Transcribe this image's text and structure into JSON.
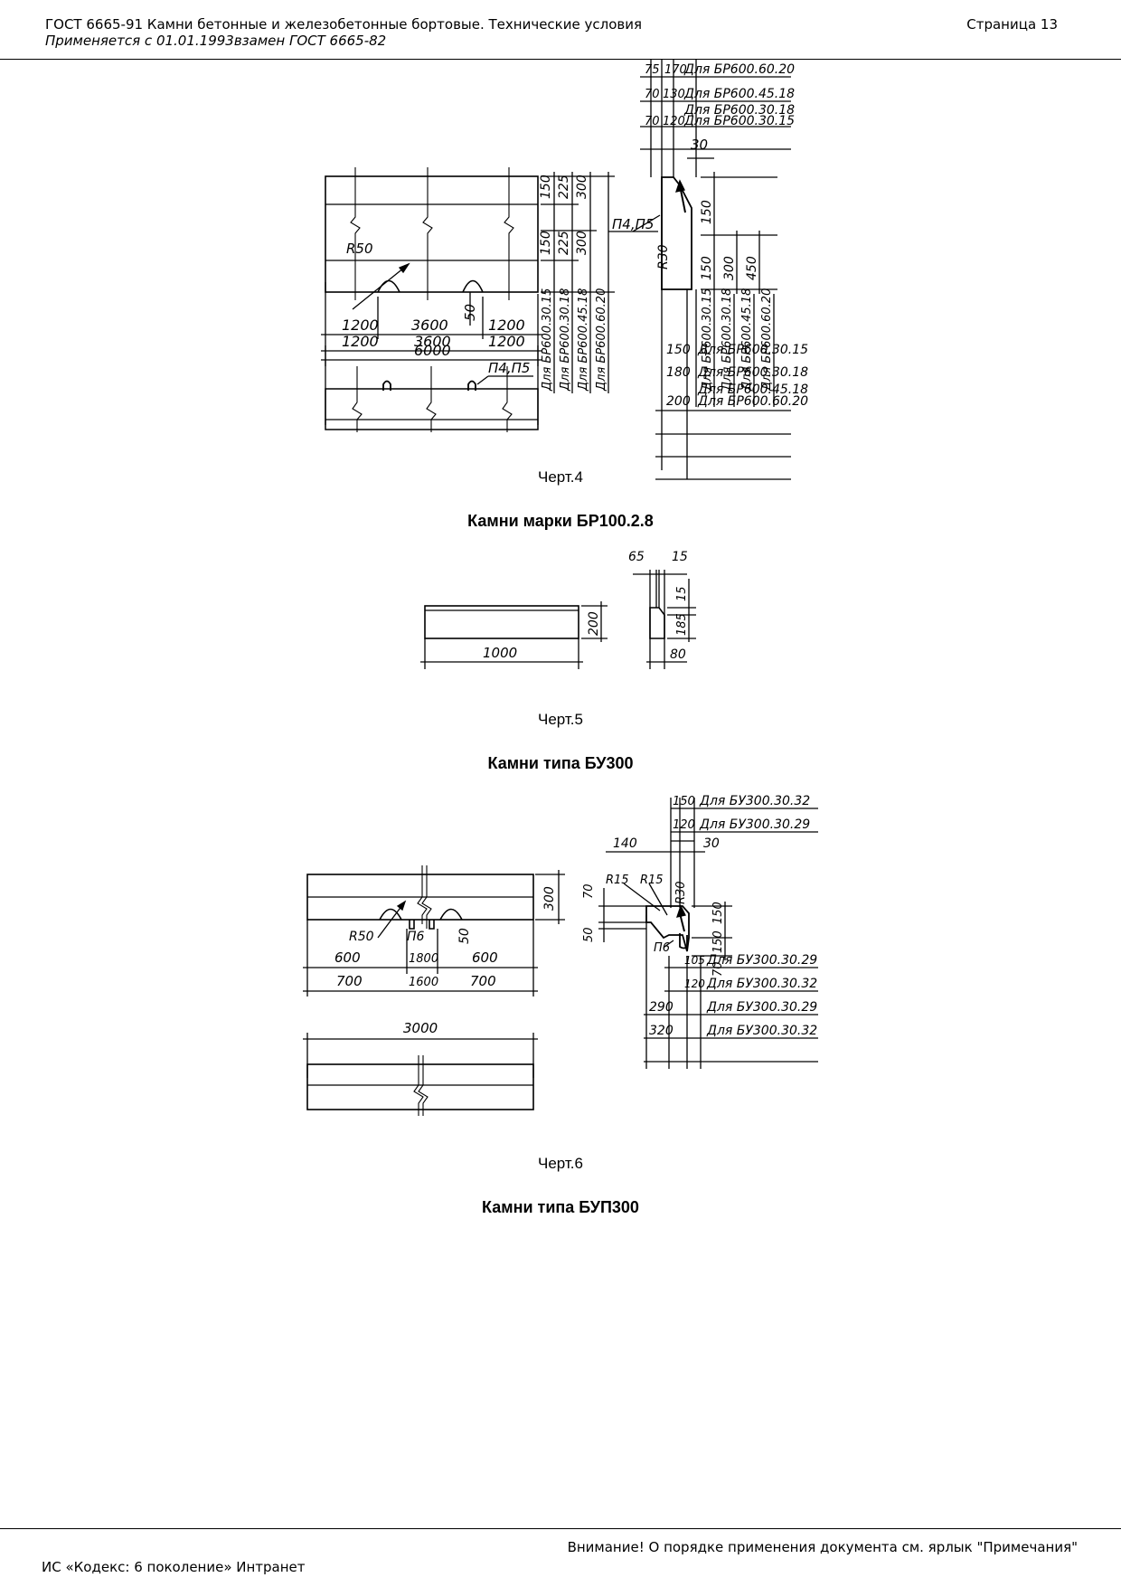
{
  "header": {
    "title": "ГОСТ 6665-91 Камни бетонные и железобетонные бортовые. Технические условия",
    "subtitle": "Применяется с 01.01.1993взамен ГОСТ 6665-82",
    "page": "Страница 13"
  },
  "fig4": {
    "caption": "Черт.4",
    "dims_plan": [
      "1200",
      "3600",
      "1200",
      "6000"
    ],
    "dims_bottom": [
      "1200",
      "3600",
      "1200"
    ],
    "radius": "R50",
    "notch": "50",
    "loops": "П4,П5",
    "col_heights": [
      [
        "150",
        "150"
      ],
      [
        "225",
        "225"
      ],
      [
        "300",
        "300"
      ]
    ],
    "col_labels": [
      "Для БР600.30.15",
      "Для БР600.30.18",
      "Для БР600.45.18",
      "Для БР600.60.20"
    ],
    "sec_top": [
      {
        "a": "75",
        "b": "170",
        "t": "Для БР600.60.20"
      },
      {
        "a": "70",
        "b": "130",
        "t": "Для БР600.45.18"
      },
      {
        "a": "",
        "b": "",
        "t": "Для БР600.30.18"
      },
      {
        "a": "70",
        "b": "120",
        "t": "Для БР600.30.15"
      }
    ],
    "sec_dims": [
      "30",
      "150",
      "150",
      "300",
      "450",
      "R30"
    ],
    "sec_col_labels": [
      "Для БР600.30.15",
      "Для БР600.30.18",
      "Для БР600.45.18",
      "Для БР600.60.20"
    ],
    "sec_bottom": [
      {
        "v": "150",
        "t": "Для БР600.30.15"
      },
      {
        "v": "180",
        "t": "Для БР600.30.18"
      },
      {
        "v": "",
        "t": "Для БР600.45.18"
      },
      {
        "v": "200",
        "t": "Для БР600.60.20"
      }
    ]
  },
  "title_br100": "Камни марки БР100.2.8",
  "fig5": {
    "caption": "Черт.5",
    "length": "1000",
    "height": "200",
    "sec": [
      "65",
      "15",
      "15",
      "185",
      "80"
    ]
  },
  "title_bu300": "Камни типа БУ300",
  "fig6": {
    "caption": "Черт.6",
    "radius": "R50",
    "loop": "П6",
    "notch": "50",
    "height": "300",
    "dims_plan": [
      "600",
      "1800",
      "600"
    ],
    "dims_plan2": [
      "700",
      "1600",
      "700"
    ],
    "length": "3000",
    "sec_top": [
      {
        "v": "150",
        "t": "Для БУ300.30.32"
      },
      {
        "v": "120",
        "t": "Для БУ300.30.29"
      }
    ],
    "sec_dims": [
      "140",
      "30",
      "R15",
      "R15",
      "R30",
      "70",
      "50",
      "150",
      "150",
      "70",
      "П6"
    ],
    "sec_bottom": [
      {
        "v": "105",
        "t": "Для БУ300.30.29"
      },
      {
        "v": "120",
        "t": "Для БУ300.30.32"
      },
      {
        "v": "290",
        "t": "Для БУ300.30.29"
      },
      {
        "v": "320",
        "t": "Для БУ300.30.32"
      }
    ]
  },
  "title_bup300": "Камни типа БУП300",
  "footer": {
    "note": "Внимание! О порядке применения документа см. ярлык \"Примечания\"",
    "system": "ИС «Кодекс: 6 поколение» Интранет"
  }
}
